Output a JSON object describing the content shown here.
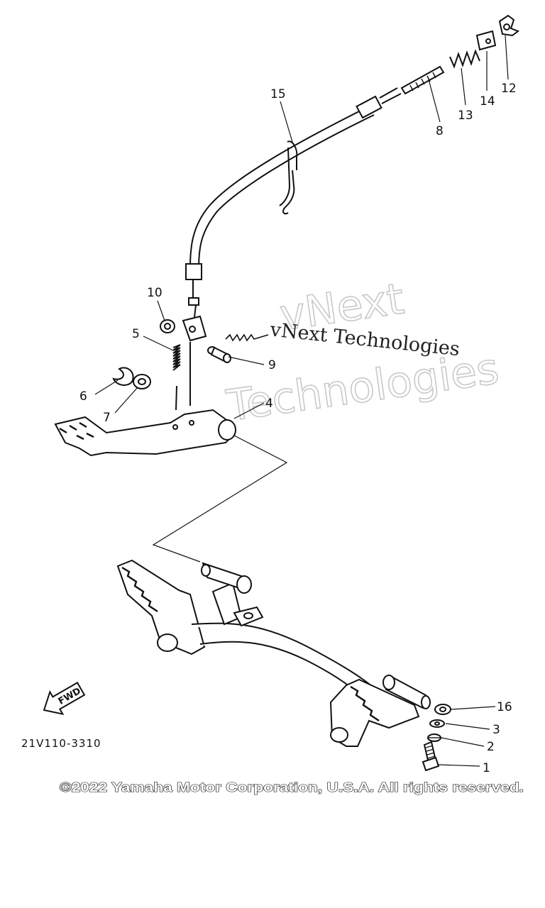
{
  "diagram": {
    "callouts": [
      {
        "id": "12",
        "label": "12"
      },
      {
        "id": "14",
        "label": "14"
      },
      {
        "id": "13",
        "label": "13"
      },
      {
        "id": "15",
        "label": "15"
      },
      {
        "id": "8",
        "label": "8"
      },
      {
        "id": "10",
        "label": "10"
      },
      {
        "id": "5",
        "label": "5"
      },
      {
        "id": "9",
        "label": "9"
      },
      {
        "id": "6",
        "label": "6"
      },
      {
        "id": "7",
        "label": "7"
      },
      {
        "id": "4",
        "label": "4"
      },
      {
        "id": "16",
        "label": "16"
      },
      {
        "id": "3",
        "label": "3"
      },
      {
        "id": "2",
        "label": "2"
      },
      {
        "id": "1",
        "label": "1"
      }
    ],
    "fwd_label": "FWD",
    "diagram_code": "21V110-3310",
    "copyright": "©2022 Yamaha Motor Corporation, U.S.A. All rights reserved."
  },
  "watermark": {
    "line1": "vNext",
    "line2": "Technologies",
    "overlay": "vNext Technologies"
  }
}
